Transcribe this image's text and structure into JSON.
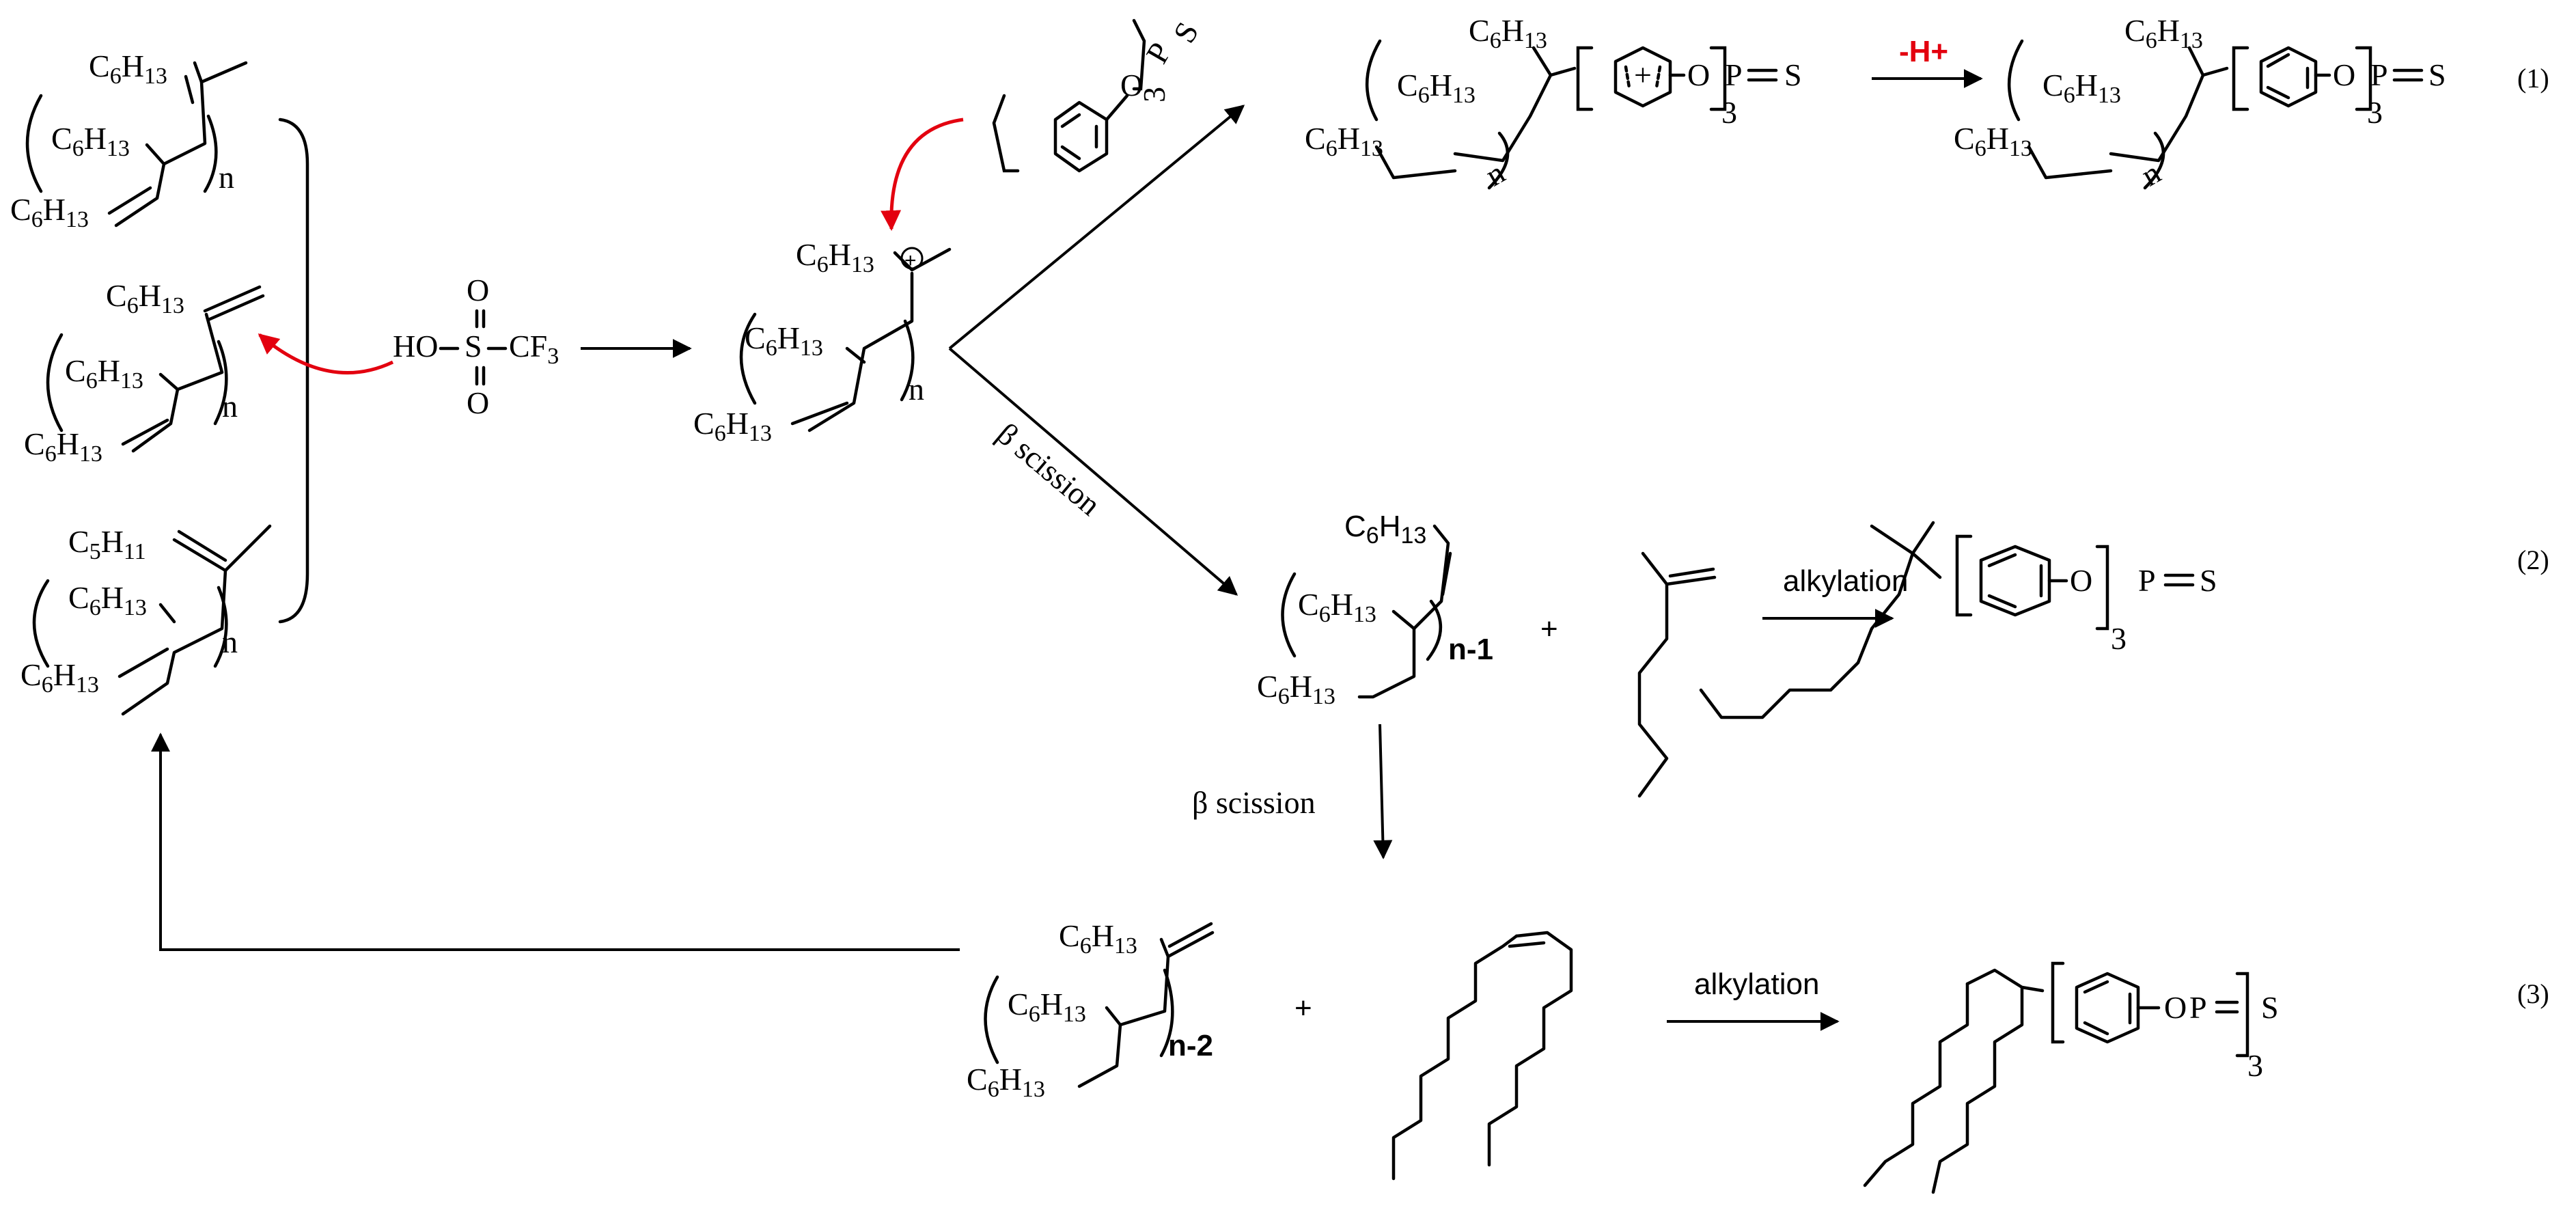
{
  "labels": {
    "c6h13": "C6H13",
    "c5h11": "C5H11",
    "n": "n",
    "n_minus_1": "n-1",
    "n_minus_2": "n-2",
    "acid_ho": "HO",
    "acid_s": "S",
    "acid_o": "O",
    "acid_cf3": "CF3",
    "p": "P",
    "s": "S",
    "o": "O",
    "three": "3",
    "plus": "+",
    "deprotonation": "-H+"
  },
  "reactions": {
    "beta_scission": "β scission",
    "alkylation": "alkylation"
  },
  "equations": [
    "(1)",
    "(2)",
    "(3)"
  ]
}
